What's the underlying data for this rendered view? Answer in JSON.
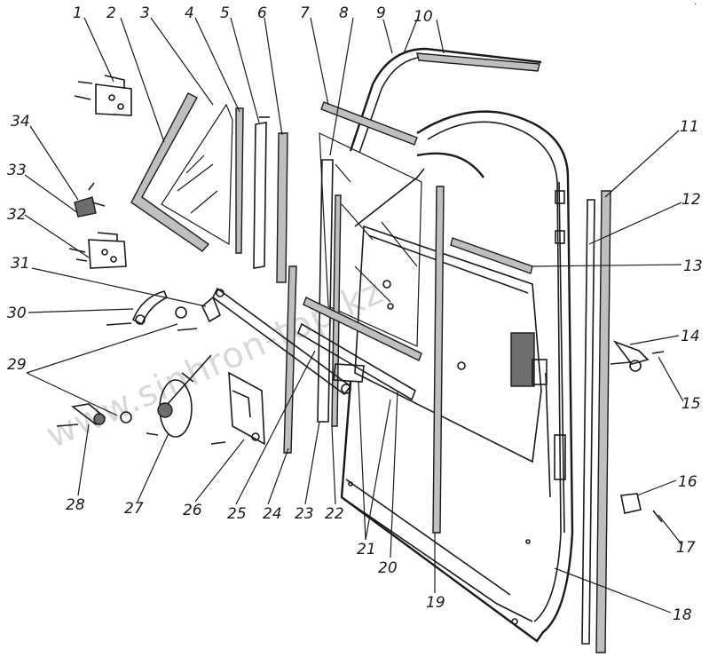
{
  "watermark": "www.sinhron-top.kz",
  "corner_mark": "·",
  "labels": [
    {
      "id": "1",
      "text": "1"
    },
    {
      "id": "2",
      "text": "2"
    },
    {
      "id": "3",
      "text": "3"
    },
    {
      "id": "4",
      "text": "4"
    },
    {
      "id": "5",
      "text": "5"
    },
    {
      "id": "6",
      "text": "6"
    },
    {
      "id": "7",
      "text": "7"
    },
    {
      "id": "8",
      "text": "8"
    },
    {
      "id": "9",
      "text": "9"
    },
    {
      "id": "10",
      "text": "10"
    },
    {
      "id": "11",
      "text": "11"
    },
    {
      "id": "12",
      "text": "12"
    },
    {
      "id": "13",
      "text": "13"
    },
    {
      "id": "14",
      "text": "14"
    },
    {
      "id": "15",
      "text": "15"
    },
    {
      "id": "16",
      "text": "16"
    },
    {
      "id": "17",
      "text": "17"
    },
    {
      "id": "18",
      "text": "18"
    },
    {
      "id": "19",
      "text": "19"
    },
    {
      "id": "20",
      "text": "20"
    },
    {
      "id": "21",
      "text": "21"
    },
    {
      "id": "22",
      "text": "22"
    },
    {
      "id": "23",
      "text": "23"
    },
    {
      "id": "24",
      "text": "24"
    },
    {
      "id": "25",
      "text": "25"
    },
    {
      "id": "26",
      "text": "26"
    },
    {
      "id": "27",
      "text": "27"
    },
    {
      "id": "28",
      "text": "28"
    },
    {
      "id": "29",
      "text": "29"
    },
    {
      "id": "30",
      "text": "30"
    },
    {
      "id": "31",
      "text": "31"
    },
    {
      "id": "32",
      "text": "32"
    },
    {
      "id": "33",
      "text": "33"
    },
    {
      "id": "34",
      "text": "34"
    }
  ]
}
